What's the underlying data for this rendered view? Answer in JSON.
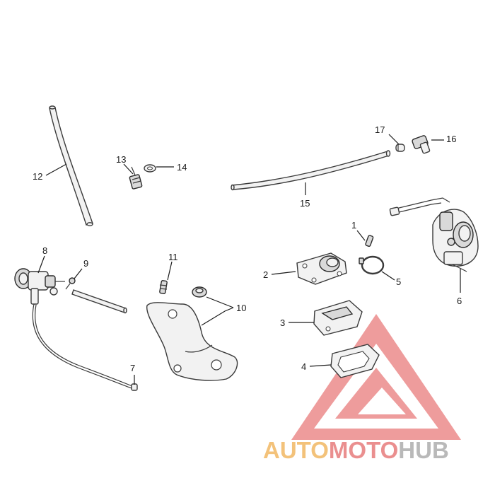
{
  "callouts": {
    "c1": "1",
    "c2": "2",
    "c3": "3",
    "c4": "4",
    "c5": "5",
    "c6": "6",
    "c7": "7",
    "c8": "8",
    "c9": "9",
    "c10": "10",
    "c11": "11",
    "c12": "12",
    "c13": "13",
    "c14": "14",
    "c15": "15",
    "c16": "16",
    "c17": "17"
  },
  "watermark": {
    "word_a": "AUTO",
    "word_b": "MOTO",
    "word_c": "HUB",
    "color_a": "#f3c27a",
    "color_b": "#ea8f8f",
    "color_c": "#b9b9b9",
    "logo_color": "#e97b7b"
  }
}
